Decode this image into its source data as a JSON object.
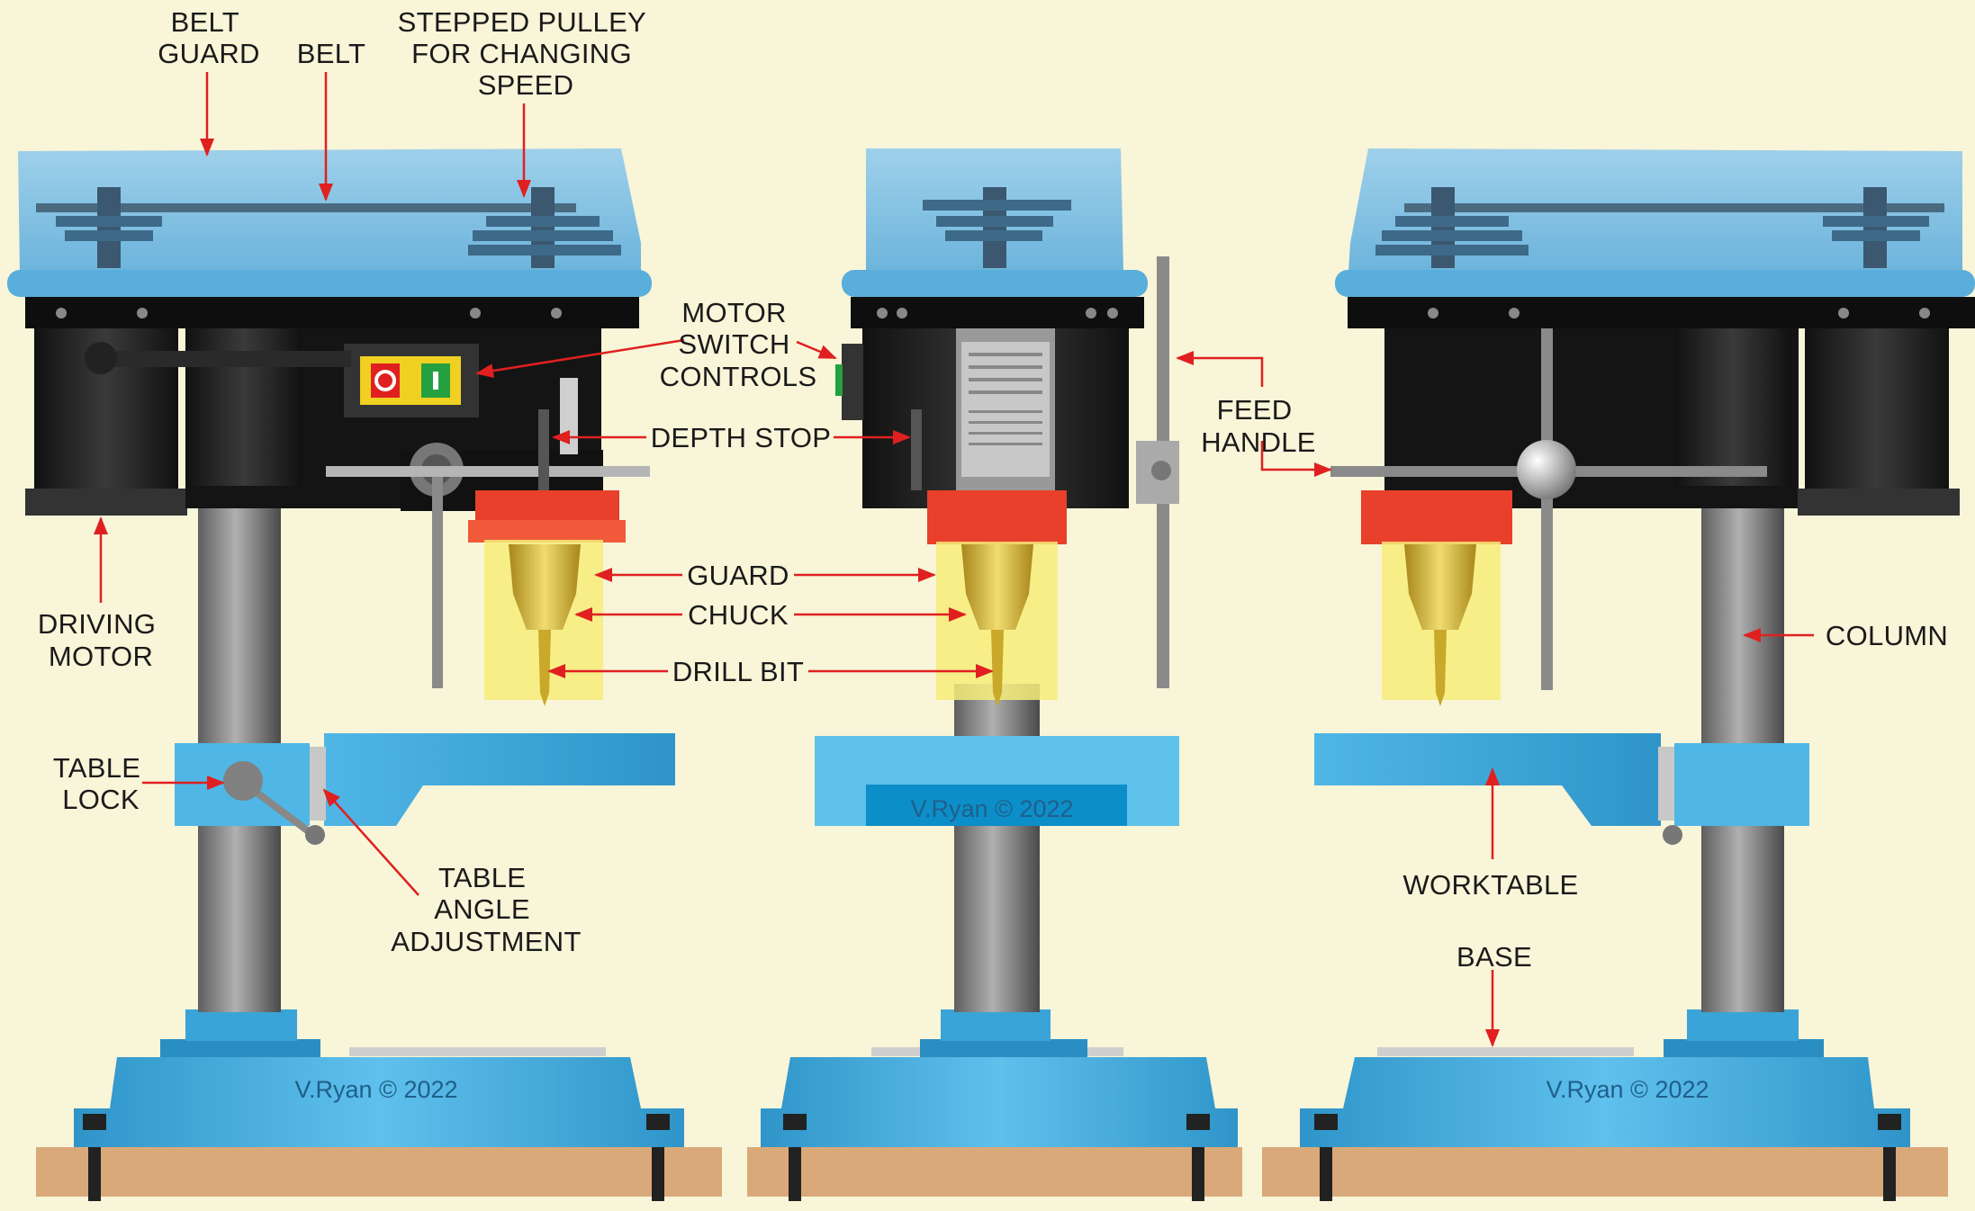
{
  "labels": {
    "belt_guard": [
      "BELT",
      "GUARD"
    ],
    "belt": [
      "BELT"
    ],
    "stepped_pulley": [
      "STEPPED PULLEY",
      "FOR CHANGING",
      "SPEED"
    ],
    "motor_switch": [
      "MOTOR",
      "SWITCH",
      "CONTROLS"
    ],
    "depth_stop": [
      "DEPTH STOP"
    ],
    "feed_handle": [
      "FEED",
      "HANDLE"
    ],
    "driving_motor": [
      "DRIVING",
      "MOTOR"
    ],
    "guard": [
      "GUARD"
    ],
    "chuck": [
      "CHUCK"
    ],
    "drill_bit": [
      "DRILL BIT"
    ],
    "column": [
      "COLUMN"
    ],
    "table_lock": [
      "TABLE",
      "LOCK"
    ],
    "table_angle": [
      "TABLE",
      "ANGLE",
      "ADJUSTMENT"
    ],
    "worktable": [
      "WORKTABLE"
    ],
    "base": [
      "BASE"
    ]
  },
  "watermarks": {
    "left": "V.Ryan © 2022",
    "middle_table": "V.Ryan © 2022",
    "middle": "",
    "right": "V.Ryan © 2022"
  },
  "colors": {
    "background": "#f8f5d8",
    "guard_blue": "#8ec8e6",
    "body_blue": "#3fa9dc",
    "motor_black": "#1c1c1c",
    "column_grey": "#8a8a8a",
    "chuck_guard_yellow": "#f7ec7a",
    "chuck_gold": "#d4b42a",
    "red_collar": "#e8402a",
    "wood": "#d9a97a",
    "arrow_red": "#e02020"
  }
}
